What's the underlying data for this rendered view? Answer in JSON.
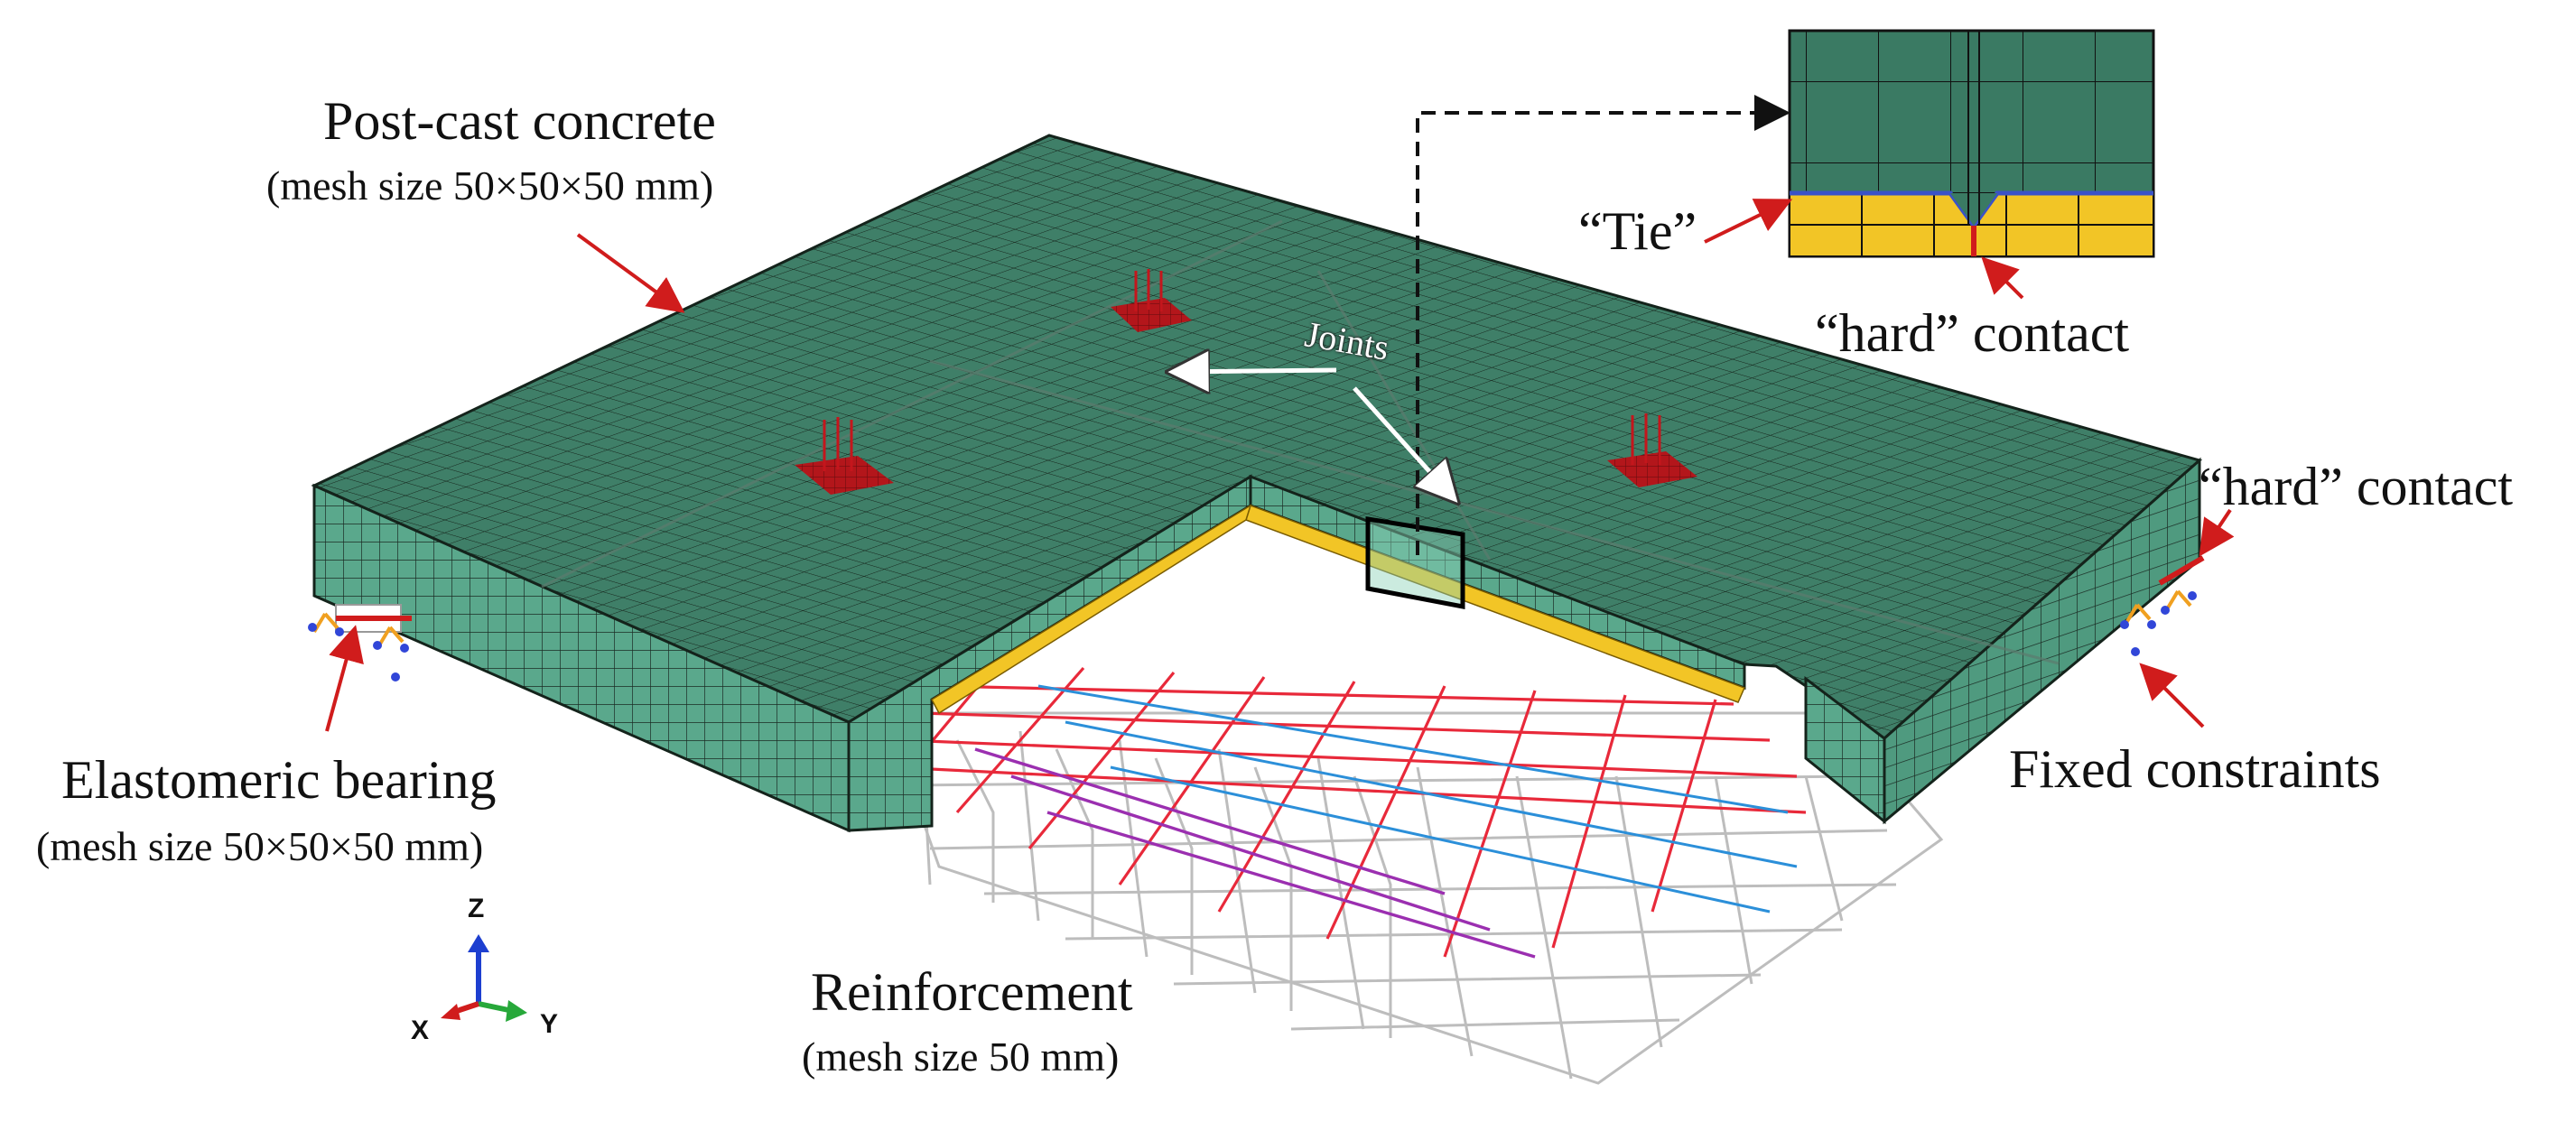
{
  "labels": {
    "post_cast_title": "Post-cast concrete",
    "post_cast_mesh": "(mesh size 50×50×50 mm)",
    "joints": "Joints",
    "tie": "“Tie”",
    "hard_contact_inset": "“hard” contact",
    "hard_contact_right": "“hard” contact",
    "elastomeric_title": "Elastomeric bearing",
    "elastomeric_mesh": "(mesh size 50×50×50 mm)",
    "fixed_constraints": "Fixed constraints",
    "reinforcement_title": "Reinforcement",
    "reinforcement_mesh": "(mesh size 50 mm)"
  },
  "axes": {
    "z": "Z",
    "x": "X",
    "y": "Y"
  },
  "colors": {
    "concrete_top": "#3f7f68",
    "concrete_side": "#5aa88c",
    "mesh_line": "#1a2a22",
    "load_patch": "#b3161b",
    "rebar_red": "#e8293a",
    "rebar_blue": "#2b8fd9",
    "rebar_purple": "#9b2fb0",
    "rebar_grey": "#b9b9b9",
    "arrow_red": "#d01c1c",
    "inset_yellow": "#f2c526",
    "inset_green": "#3a7a63"
  }
}
